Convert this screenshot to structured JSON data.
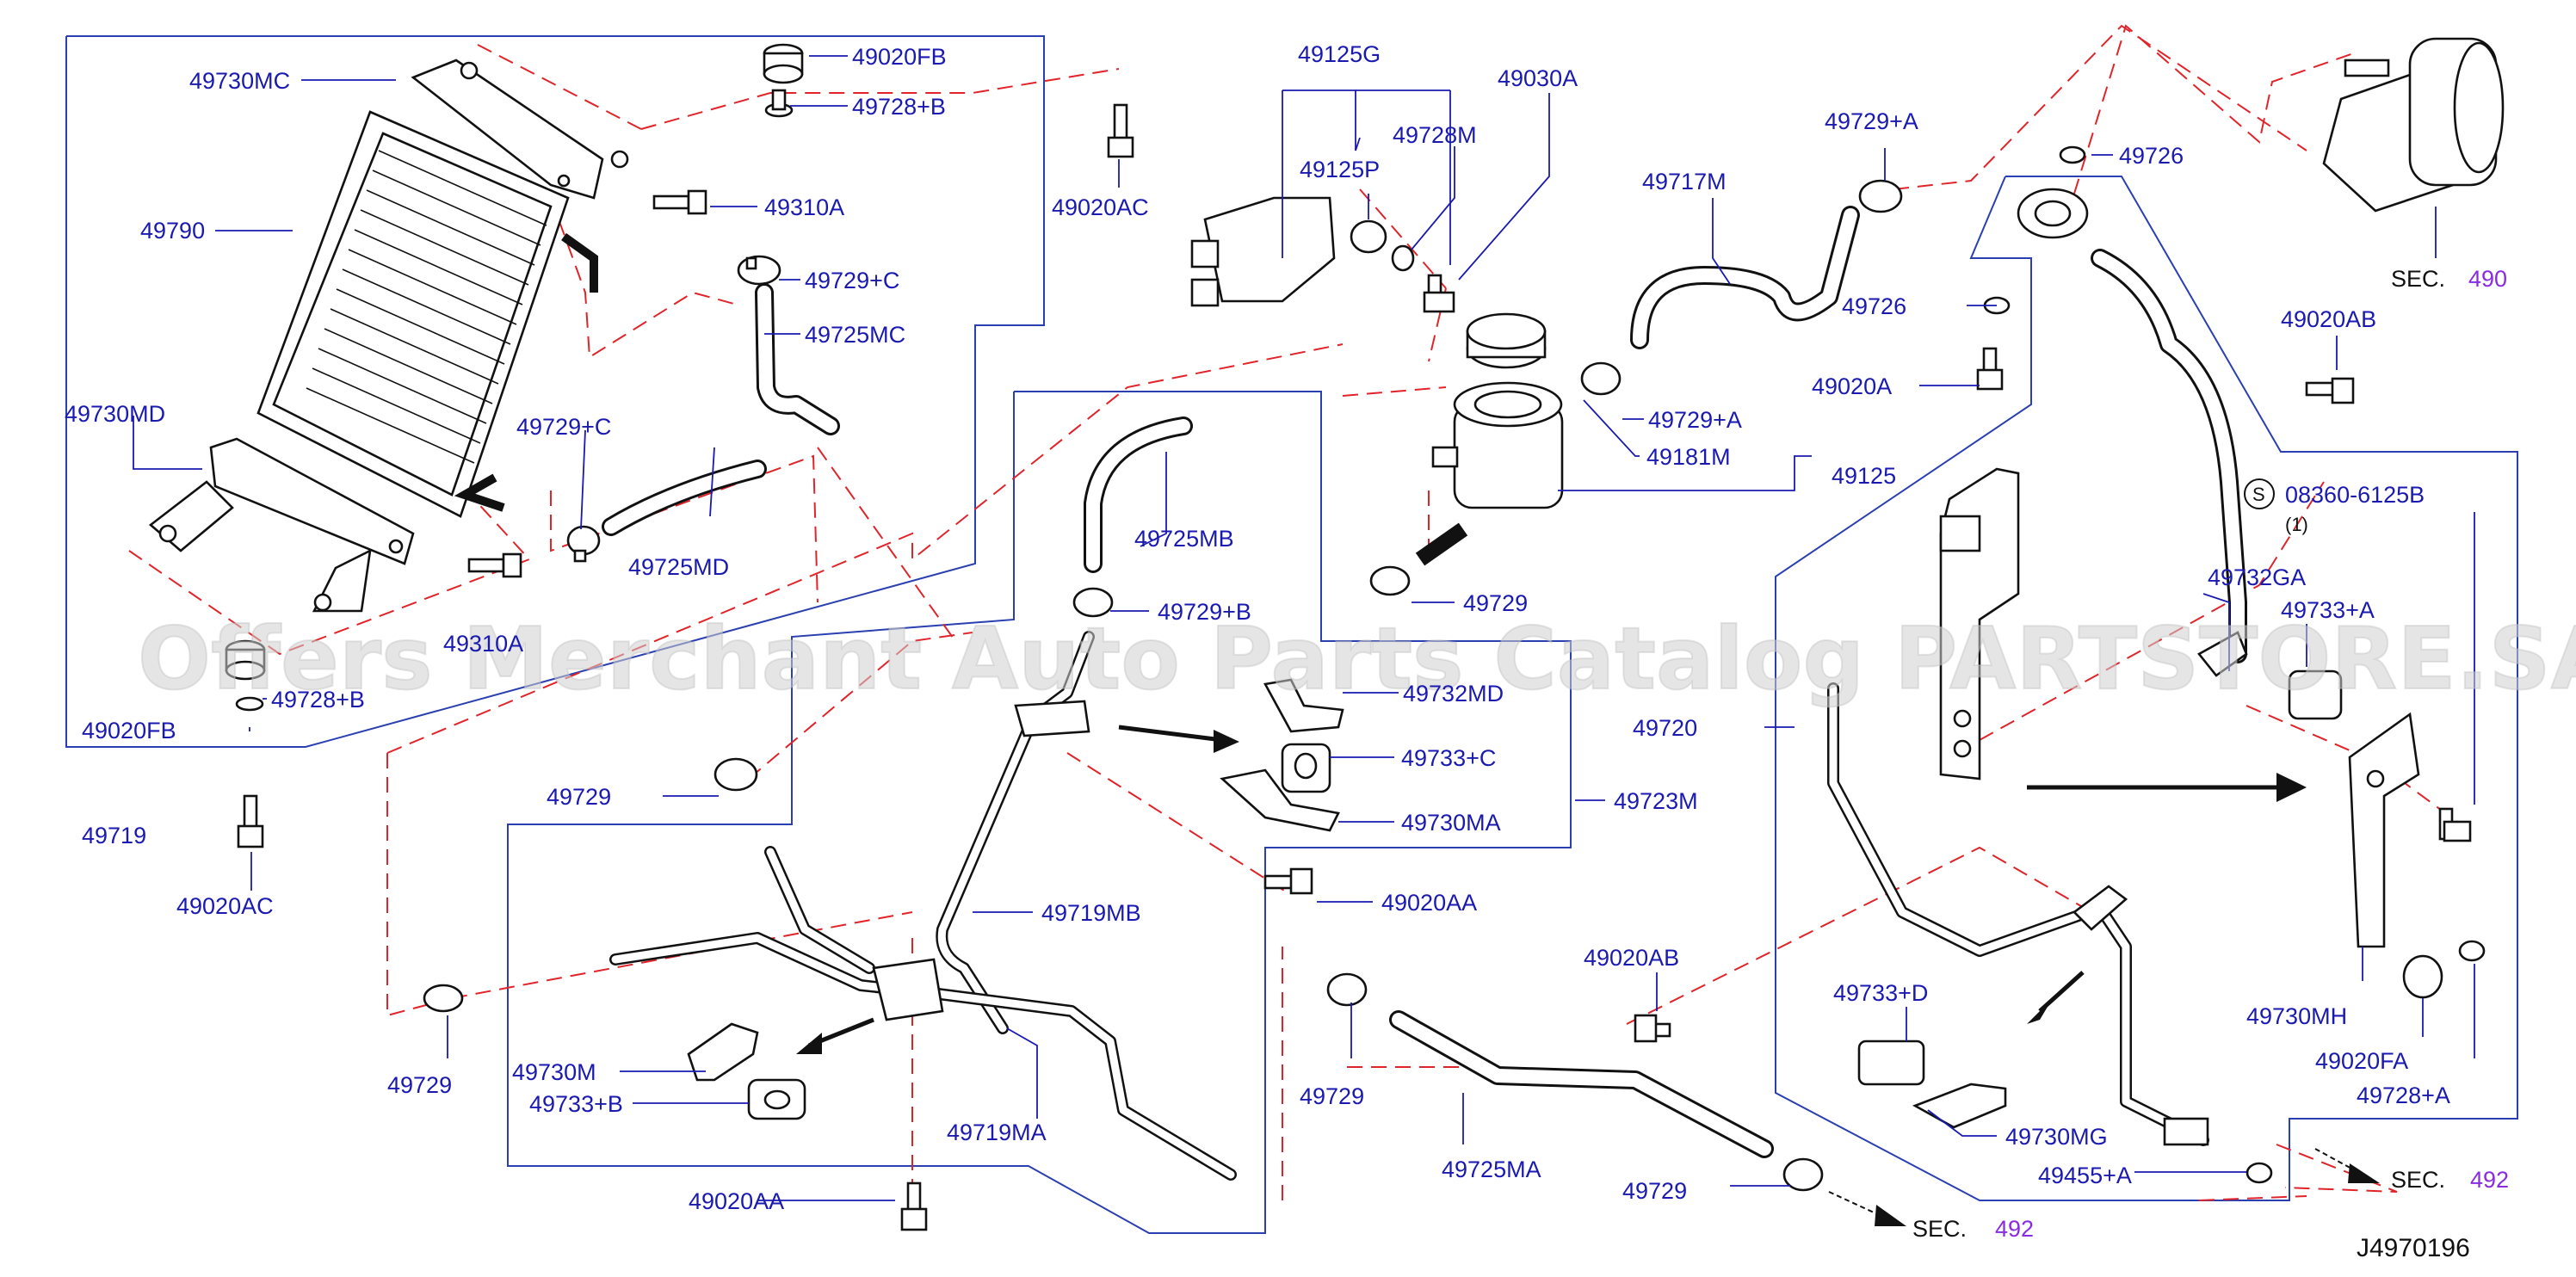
{
  "watermark": "Offers Merchant Auto Parts Catalog PARTSTORE.SA",
  "drawing_number": "J4970196",
  "sections": [
    {
      "prefix": "SEC.",
      "number": "490"
    },
    {
      "prefix": "SEC.",
      "number": "492"
    },
    {
      "prefix": "SEC.",
      "number": "492"
    }
  ],
  "labels": {
    "p49730MC": "49730MC",
    "p49790": "49790",
    "p49730MD": "49730MD",
    "p49020FB_top": "49020FB",
    "p49728B_top": "49728+B",
    "p49310A_top": "49310A",
    "p49729C": "49729+C",
    "p49725MC": "49725MC",
    "p49729C_2": "49729+C",
    "p49725MD": "49725MD",
    "p49310A_low": "49310A",
    "p49728B_low": "49728+B",
    "p49020FB_low": "49020FB",
    "p49719": "49719",
    "p49020AC_low": "49020AC",
    "p49020AC_top": "49020AC",
    "p49125G": "49125G",
    "p49125P": "49125P",
    "p49728M": "49728M",
    "p49030A": "49030A",
    "p49717M": "49717M",
    "p49729A_top": "49729+A",
    "p49726_top": "49726",
    "p49726_mid": "49726",
    "p49020A": "49020A",
    "p49729A_mid": "49729+A",
    "p49181M": "49181M",
    "p49125": "49125",
    "p49729_res": "49729",
    "p49725MB": "49725MB",
    "p49729B": "49729+B",
    "p49732MD": "49732MD",
    "p49733C": "49733+C",
    "p49730MA": "49730MA",
    "p49723M": "49723M",
    "p49729_left": "49729",
    "p49719MB": "49719MB",
    "p49020AA_mid": "49020AA",
    "p49729_ll": "49729",
    "p49730M": "49730M",
    "p49733B": "49733+B",
    "p49719MA": "49719MA",
    "p49020AA_low": "49020AA",
    "p49729_cm": "49729",
    "p49725MA": "49725MA",
    "p49729_bot": "49729",
    "p49020AB_mid": "49020AB",
    "p49720": "49720",
    "p49733D": "49733+D",
    "p49730MG": "49730MG",
    "p49455A": "49455+A",
    "p49020AB_right": "49020AB",
    "p08360": "08360-6125B",
    "p08360_qty": "(1)",
    "p08360_symbol": "S",
    "p49732GA": "49732GA",
    "p49733A": "49733+A",
    "p49730MH": "49730MH",
    "p49020FA": "49020FA",
    "p49728A": "49728+A"
  }
}
